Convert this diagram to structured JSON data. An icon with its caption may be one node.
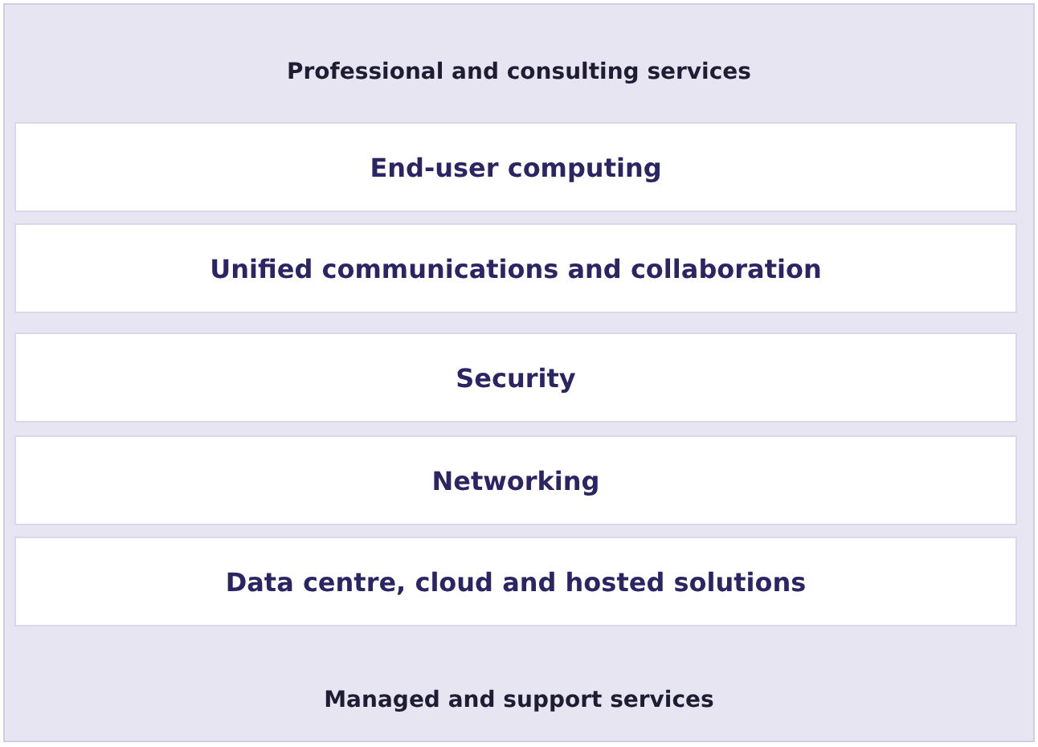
{
  "diagram": {
    "nodes": [
      {
        "text": [
          "Professional and consulting services",
          "Managed and support services"
        ]
      },
      {
        "text": [
          "End-user computing"
        ],
        "in": 0
      },
      {
        "text": [
          "Unified communications and collaboration"
        ],
        "in": 0
      },
      {
        "text": [
          "Security"
        ],
        "in": 0
      },
      {
        "text": [
          "Networking"
        ],
        "in": 0
      },
      {
        "text": [
          "Data centre, cloud and hosted solutions"
        ],
        "in": 0
      }
    ]
  }
}
